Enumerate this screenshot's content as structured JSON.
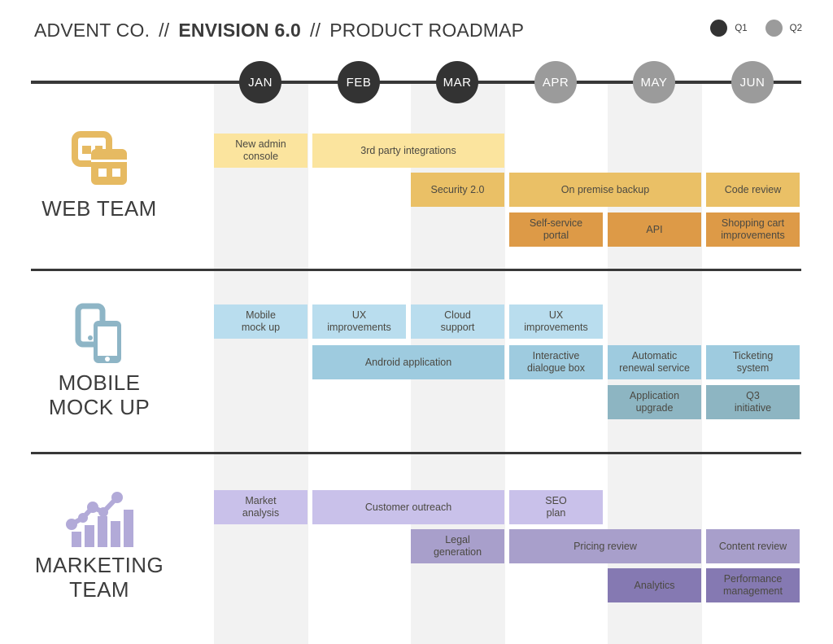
{
  "header": {
    "company": "ADVENT CO.",
    "separator": "//",
    "product": "ENVISION 6.0",
    "title": "PRODUCT ROADMAP"
  },
  "legend": [
    {
      "label": "Q1",
      "color": "#333333"
    },
    {
      "label": "Q2",
      "color": "#9b9b9b"
    }
  ],
  "timeline": {
    "months": [
      {
        "label": "JAN",
        "quarter": "Q1"
      },
      {
        "label": "FEB",
        "quarter": "Q1"
      },
      {
        "label": "MAR",
        "quarter": "Q1"
      },
      {
        "label": "APR",
        "quarter": "Q2"
      },
      {
        "label": "MAY",
        "quarter": "Q2"
      },
      {
        "label": "JUN",
        "quarter": "Q2"
      }
    ]
  },
  "teams": [
    {
      "id": "web",
      "name": "WEB TEAM",
      "icon": "browser-windows-icon",
      "colors": {
        "light": "#fbe49e",
        "medium": "#eac066",
        "dark": "#dd9a47"
      },
      "tasks": [
        {
          "label": "New admin\nconsole",
          "start": "JAN",
          "end": "JAN",
          "tone": "light"
        },
        {
          "label": "3rd party integrations",
          "start": "FEB",
          "end": "MAR",
          "tone": "light"
        },
        {
          "label": "Security 2.0",
          "start": "MAR",
          "end": "MAR",
          "tone": "medium"
        },
        {
          "label": "On premise backup",
          "start": "APR",
          "end": "MAY",
          "tone": "medium"
        },
        {
          "label": "Code review",
          "start": "JUN",
          "end": "JUN",
          "tone": "medium"
        },
        {
          "label": "Self-service\nportal",
          "start": "APR",
          "end": "APR",
          "tone": "dark"
        },
        {
          "label": "API",
          "start": "MAY",
          "end": "MAY",
          "tone": "dark"
        },
        {
          "label": "Shopping cart\nimprovements",
          "start": "JUN",
          "end": "JUN",
          "tone": "dark"
        }
      ]
    },
    {
      "id": "mobile",
      "name": "MOBILE\nMOCK UP",
      "icon": "mobile-phones-icon",
      "colors": {
        "light": "#b9ddee",
        "medium": "#9ecbdf",
        "dark": "#8db5c2"
      },
      "tasks": [
        {
          "label": "Mobile\nmock up",
          "start": "JAN",
          "end": "JAN",
          "tone": "light"
        },
        {
          "label": "UX\nimprovements",
          "start": "FEB",
          "end": "FEB",
          "tone": "light"
        },
        {
          "label": "Cloud\nsupport",
          "start": "MAR",
          "end": "MAR",
          "tone": "light"
        },
        {
          "label": "UX\nimprovements",
          "start": "APR",
          "end": "APR",
          "tone": "light"
        },
        {
          "label": "Android application",
          "start": "FEB",
          "end": "MAR",
          "tone": "medium"
        },
        {
          "label": "Interactive\ndialogue box",
          "start": "APR",
          "end": "APR",
          "tone": "medium"
        },
        {
          "label": "Automatic\nrenewal service",
          "start": "MAY",
          "end": "MAY",
          "tone": "medium"
        },
        {
          "label": "Ticketing\nsystem",
          "start": "JUN",
          "end": "JUN",
          "tone": "medium"
        },
        {
          "label": "Application\nupgrade",
          "start": "MAY",
          "end": "MAY",
          "tone": "dark"
        },
        {
          "label": "Q3\ninitiative",
          "start": "JUN",
          "end": "JUN",
          "tone": "dark"
        }
      ]
    },
    {
      "id": "marketing",
      "name": "MARKETING\nTEAM",
      "icon": "growth-chart-icon",
      "colors": {
        "light": "#c9c1ea",
        "medium": "#a89fcb",
        "dark": "#8579b2"
      },
      "tasks": [
        {
          "label": "Market\nanalysis",
          "start": "JAN",
          "end": "JAN",
          "tone": "light"
        },
        {
          "label": "Customer outreach",
          "start": "FEB",
          "end": "MAR",
          "tone": "light"
        },
        {
          "label": "SEO\nplan",
          "start": "APR",
          "end": "APR",
          "tone": "light"
        },
        {
          "label": "Legal\ngeneration",
          "start": "MAR",
          "end": "MAR",
          "tone": "medium"
        },
        {
          "label": "Pricing review",
          "start": "APR",
          "end": "MAY",
          "tone": "medium"
        },
        {
          "label": "Content review",
          "start": "JUN",
          "end": "JUN",
          "tone": "medium"
        },
        {
          "label": "Analytics",
          "start": "MAY",
          "end": "MAY",
          "tone": "dark"
        },
        {
          "label": "Performance\nmanagement",
          "start": "JUN",
          "end": "JUN",
          "tone": "dark"
        }
      ]
    }
  ]
}
